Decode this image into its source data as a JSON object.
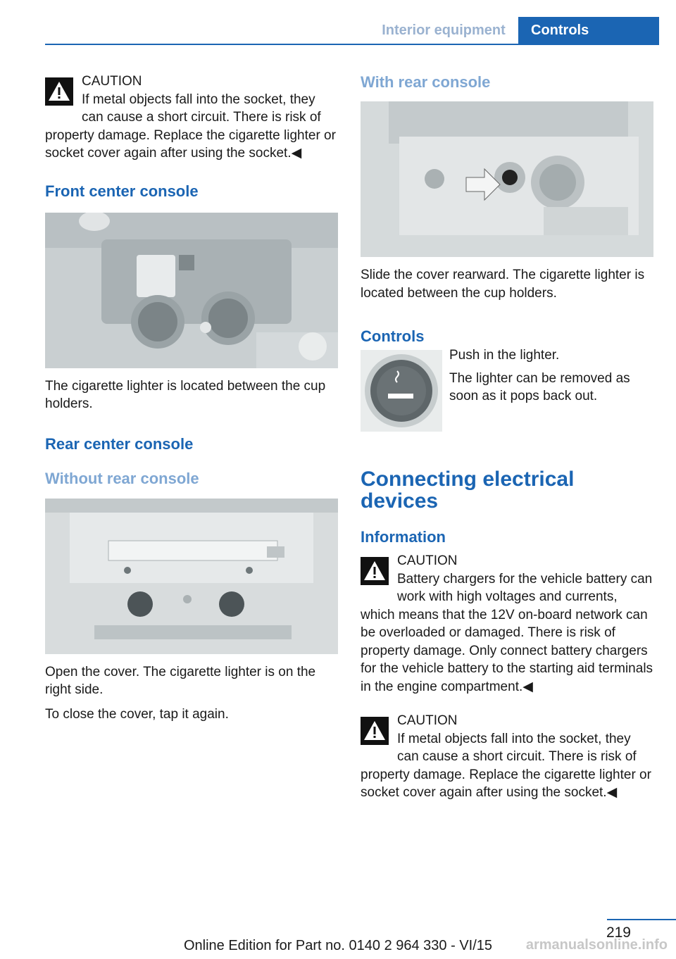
{
  "header": {
    "section": "Interior equipment",
    "chapter": "Controls"
  },
  "left": {
    "caution": {
      "title": "CAUTION",
      "body": "If metal objects fall into the socket, they can cause a short circuit. There is risk of property damage. Replace the cigarette lighter or socket cover again after using the socket.◀"
    },
    "front_heading": "Front center console",
    "front_caption": "The cigarette lighter is located between the cup holders.",
    "rear_heading": "Rear center console",
    "without_heading": "Without rear console",
    "without_caption1": "Open the cover. The cigarette lighter is on the right side.",
    "without_caption2": "To close the cover, tap it again."
  },
  "right": {
    "with_heading": "With rear console",
    "with_caption": "Slide the cover rearward. The cigarette lighter is located between the cup holders.",
    "controls_heading": "Controls",
    "controls_text1": "Push in the lighter.",
    "controls_text2": "The lighter can be removed as soon as it pops back out.",
    "main_heading": "Connecting electrical devices",
    "info_heading": "Information",
    "caution1": {
      "title": "CAUTION",
      "body": "Battery chargers for the vehicle battery can work with high voltages and currents, which means that the 12V on-board network can be overloaded or damaged. There is risk of property damage. Only connect battery chargers for the vehicle battery to the starting aid terminals in the engine compartment.◀"
    },
    "caution2": {
      "title": "CAUTION",
      "body": "If metal objects fall into the socket, they can cause a short circuit. There is risk of property damage. Replace the cigarette lighter or socket cover again after using the socket.◀"
    }
  },
  "footer": {
    "page_number": "219",
    "edition": "Online Edition for Part no. 0140 2 964 330 - VI/15",
    "watermark": "armanualsonline.info"
  },
  "colors": {
    "accent": "#1b65b3",
    "subheading": "#7fa7d3"
  }
}
